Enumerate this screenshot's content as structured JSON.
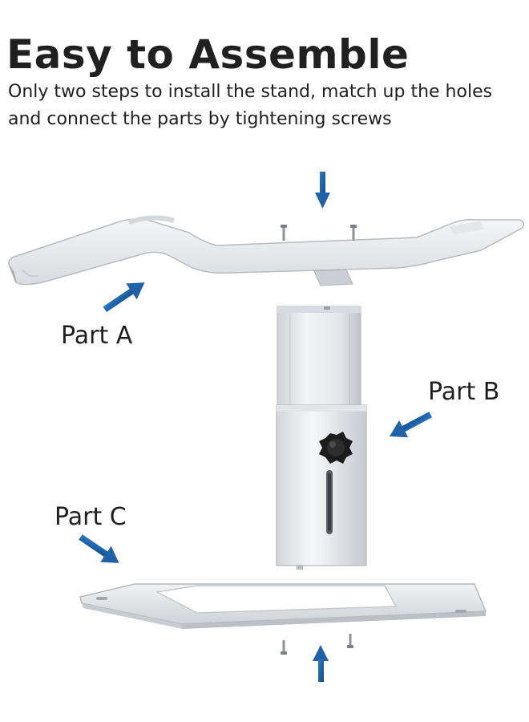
{
  "heading": "Easy to Assemble",
  "description": "Only two steps to install the stand, match up the holes and connect the parts by tightening screws",
  "parts": {
    "a": "Part A",
    "b": "Part B",
    "c": "Part C"
  },
  "colors": {
    "arrow": "#1f62a8",
    "aluminum_light": "#eef0f2",
    "aluminum_mid": "#d6d9dd",
    "aluminum_dark": "#b4b8bd",
    "knob": "#1c1c1c"
  },
  "icons": [
    "arrow-down-icon",
    "arrow-up-icon",
    "arrow-diagonal-icon"
  ]
}
